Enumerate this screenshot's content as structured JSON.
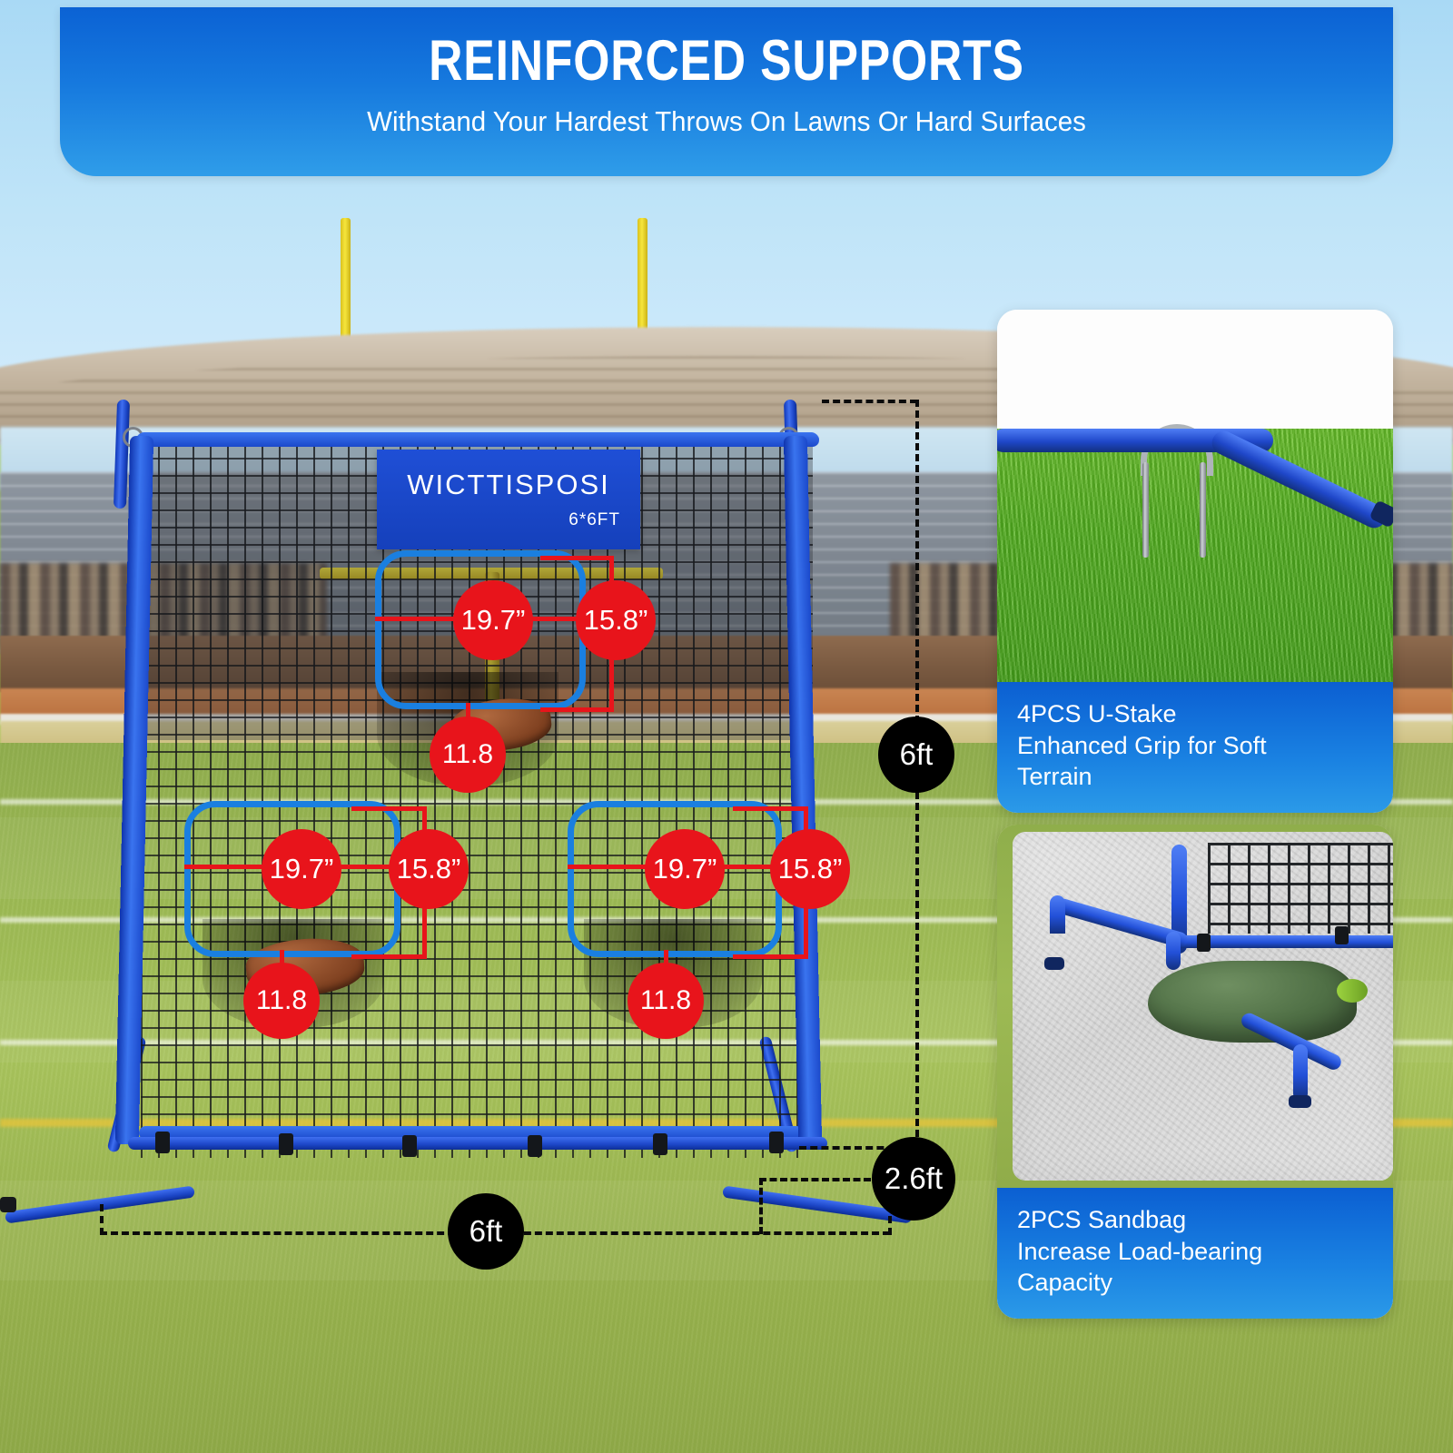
{
  "header": {
    "title": "REINFORCED SUPPORTS",
    "subtitle": "Withstand Your Hardest Throws On Lawns Or Hard Surfaces",
    "bg_top": "#0b62d4",
    "bg_bottom": "#2f9de9"
  },
  "product": {
    "brand": "WICTTISPOSI",
    "size_label": "6*6FT",
    "frame_color": "#1c46c7",
    "target_outline_color": "#1a7fe0"
  },
  "frame_dimensions": [
    {
      "name": "height",
      "value": "6ft"
    },
    {
      "name": "width",
      "value": "6ft"
    },
    {
      "name": "depth",
      "value": "2.6ft"
    }
  ],
  "targets": [
    {
      "id": "top-center",
      "width": "19.7”",
      "height": "15.8”",
      "depth": "11.8"
    },
    {
      "id": "bottom-left",
      "width": "19.7”",
      "height": "15.8”",
      "depth": "11.8"
    },
    {
      "id": "bottom-right",
      "width": "19.7”",
      "height": "15.8”",
      "depth": "11.8"
    }
  ],
  "badge_colors": {
    "target_measure": "#e8141b",
    "frame_measure": "#000000"
  },
  "panels": [
    {
      "id": "u-stake",
      "caption": "4PCS U-Stake\nEnhanced Grip for Soft\nTerrain",
      "scene": "blue frame tube staked into green grass with a metal U-stake"
    },
    {
      "id": "sandbag",
      "caption": "2PCS Sandbag\nIncrease Load-bearing\nCapacity",
      "scene": "green sandbag draped over blue frame leg on concrete"
    }
  ]
}
